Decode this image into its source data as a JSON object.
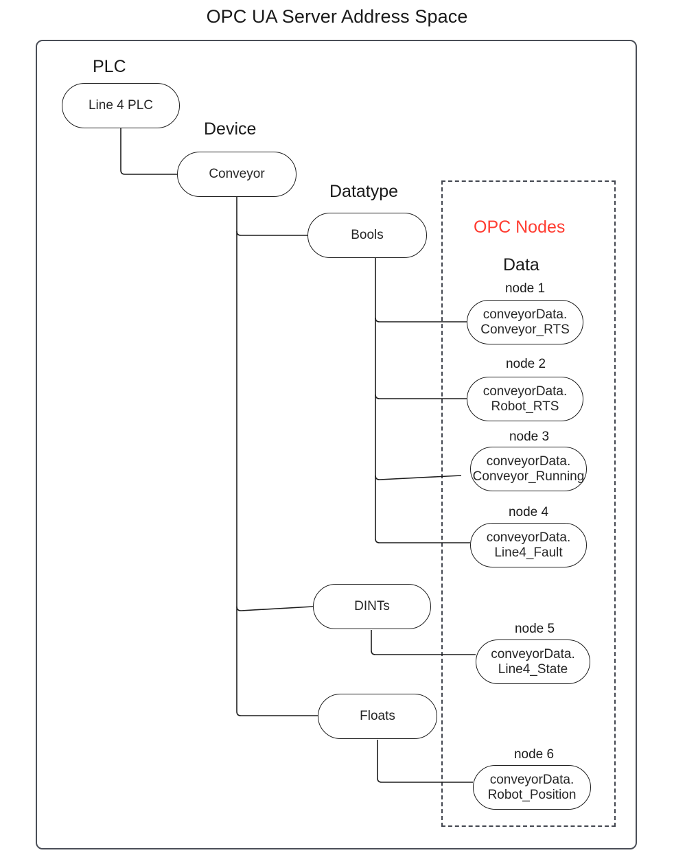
{
  "title": "OPC UA Server Address Space",
  "colors": {
    "accent_red": "#ff3b30",
    "outline": "#1d1d1d",
    "container_border": "#4a4e57",
    "dashed_border": "#42464f",
    "text": "#262626",
    "background": "#ffffff"
  },
  "captions": {
    "plc": "PLC",
    "device": "Device",
    "datatype": "Datatype",
    "opc_nodes": "OPC Nodes",
    "data": "Data"
  },
  "nodes": {
    "plc": {
      "label": "Line 4 PLC"
    },
    "device": {
      "label": "Conveyor"
    },
    "datatypes": [
      {
        "id": "bools",
        "label": "Bools"
      },
      {
        "id": "dints",
        "label": "DINTs"
      },
      {
        "id": "floats",
        "label": "Floats"
      }
    ]
  },
  "opc_nodes": [
    {
      "caption": "node 1",
      "line1": "conveyorData.",
      "line2": "Conveyor_RTS",
      "parent": "bools"
    },
    {
      "caption": "node 2",
      "line1": "conveyorData.",
      "line2": "Robot_RTS",
      "parent": "bools"
    },
    {
      "caption": "node 3",
      "line1": "conveyorData.",
      "line2": "Conveyor_Running",
      "parent": "bools"
    },
    {
      "caption": "node 4",
      "line1": "conveyorData.",
      "line2": "Line4_Fault",
      "parent": "bools"
    },
    {
      "caption": "node 5",
      "line1": "conveyorData.",
      "line2": "Line4_State",
      "parent": "dints"
    },
    {
      "caption": "node 6",
      "line1": "conveyorData.",
      "line2": "Robot_Position",
      "parent": "floats"
    }
  ]
}
